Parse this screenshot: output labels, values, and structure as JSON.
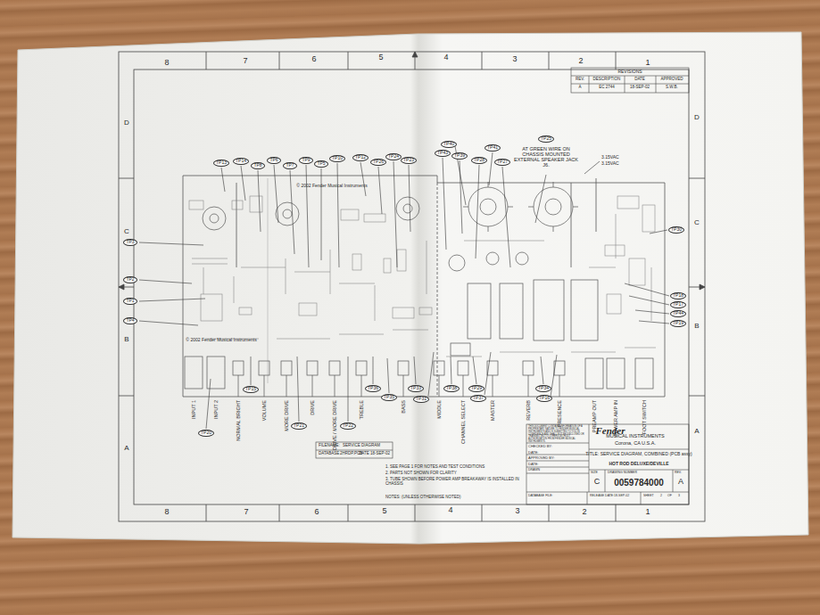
{
  "diagram": {
    "nodes": [
      {
        "text": [
          "TP13"
        ]
      },
      {
        "text": [
          "TP14"
        ]
      },
      {
        "text": [
          "TP8"
        ]
      },
      {
        "text": [
          "TP6"
        ]
      },
      {
        "text": [
          "TP7"
        ]
      },
      {
        "text": [
          "TP9"
        ]
      },
      {
        "text": [
          "TP5"
        ]
      },
      {
        "text": [
          "TP10"
        ]
      },
      {
        "text": [
          "TP12"
        ]
      },
      {
        "text": [
          "TP26"
        ]
      },
      {
        "text": [
          "TP24"
        ]
      },
      {
        "text": [
          "TP23"
        ]
      },
      {
        "text": [
          "TP40"
        ]
      },
      {
        "text": [
          "TP43"
        ]
      },
      {
        "text": [
          "TP39"
        ]
      },
      {
        "text": [
          "TP41"
        ]
      },
      {
        "text": [
          "TP28"
        ]
      },
      {
        "text": [
          "TP27"
        ]
      },
      {
        "text": [
          "TP25"
        ]
      },
      {
        "text": [
          "TP3"
        ]
      },
      {
        "text": [
          "TP2"
        ]
      },
      {
        "text": [
          "TP1"
        ]
      },
      {
        "text": [
          "TP4"
        ]
      },
      {
        "text": [
          "TP30"
        ]
      },
      {
        "text": [
          "TP18"
        ]
      },
      {
        "text": [
          "TP17"
        ]
      },
      {
        "text": [
          "TP44"
        ]
      },
      {
        "text": [
          "TP19"
        ]
      },
      {
        "text": [
          "TP15"
        ]
      },
      {
        "text": [
          "TP20"
        ]
      },
      {
        "text": [
          "TP21"
        ]
      },
      {
        "text": [
          "TP22"
        ]
      },
      {
        "text": [
          "TP36"
        ]
      },
      {
        "text": [
          "TP35"
        ]
      },
      {
        "text": [
          "TP33"
        ]
      },
      {
        "text": [
          "TP31"
        ]
      },
      {
        "text": [
          "TP29"
        ]
      },
      {
        "text": [
          "TP37"
        ]
      },
      {
        "text": [
          "TP34"
        ]
      },
      {
        "text": [
          "TP16"
        ]
      },
      {
        "text": [
          "TP38"
        ]
      }
    ],
    "labels": [
      "8",
      "7",
      "6",
      "5",
      "4",
      "3",
      "2",
      "1",
      "8",
      "7",
      "6",
      "5",
      "4",
      "3",
      "2",
      "1",
      "D",
      "C",
      "B",
      "A",
      "D",
      "C",
      "B",
      "A",
      "REVISIONS",
      "REV.",
      "DESCRIPTION",
      "DATE",
      "APPROVED",
      "A",
      "EC 2744",
      "18-SEP-02",
      "S.W.B.",
      "AT GREEN WIRE ON CHASSIS MOUNTED EXTERNAL SPEAKER JACK J6.",
      "3.15VAC",
      "3.15VAC",
      "© 2002 Fender Musical Instruments",
      "© 2002 Fender Musical Instruments",
      "INPUT 1",
      "INPUT 2",
      "NORMAL BRIGHT",
      "VOLUME",
      "MORE DRIVE",
      "DRIVE",
      "DRIVE / MORE DRIVE",
      "TREBLE",
      "BASS",
      "MIDDLE",
      "CHANNEL SELECT",
      "MASTER",
      "REVERB",
      "PRESENCE",
      "PREAMP OUT",
      "POWER AMP IN",
      "FOOT SWITCH",
      "NOTES: (UNLESS OTHERWISE NOTED)",
      "1. SEE PAGE 1 FOR NOTES AND TEST CONDITIONS",
      "2. PARTS NOT SHOWN FOR CLARITY",
      "3. TUBE SHOWN BEFORE POWER AMP BREAKAWAY IS INSTALLED IN CHASSIS",
      "FILENAME:",
      "SERVICE DIAGRAM",
      "DATABASE",
      "2HRDP.PCB",
      "DATE",
      "18-SEP-02",
      "THIS DOCUMENT CONTAINS INFORMATION OF A PROPRIETARY NATURE TO FENDER MUSICAL INSTRUMENTS AND IS SUBMITTED TO YOU IN CONFIDENCE AND SHALL NOT BE DISCLOSED OR TRANSMITTED TO OTHERS WITHOUT AUTHORIZATION FROM FENDER MUSICAL INSTRUMENTS.",
      "Fender",
      "MUSICAL INSTRUMENTS",
      "Corona, CA  U.S.A.",
      "CHECKED BY:",
      "DATE:",
      "APPROVED BY:",
      "DATE:",
      "DRAWN",
      "TITLE: SERVICE DIAGRAM, COMBINED (PCB assy)",
      "HOT ROD DELUXE/DEVILLE",
      "SIZE",
      "C",
      "DRAWING NUMBER",
      "0059784000",
      "REV.",
      "A",
      "DATABASE FILE:",
      "RELEASE DATE:",
      "18-SEP-02",
      "SHEET",
      "2",
      "OF",
      "3"
    ]
  }
}
